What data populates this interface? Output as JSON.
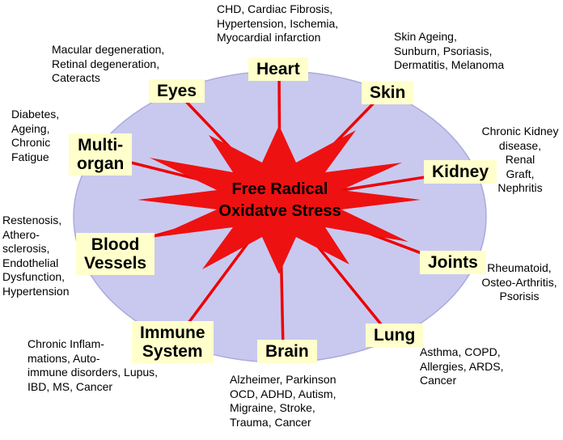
{
  "center": {
    "title": "Free Radical\nOxidatve Stress"
  },
  "colors": {
    "ellipse_fill": "#c9c9ef",
    "ellipse_stroke": "#aaaadd",
    "starburst": "#ee1111",
    "spoke_line": "#ee0000",
    "label_background": "#ffffcc",
    "text": "#000000"
  },
  "nodes": {
    "heart": {
      "label": "Heart",
      "diseases": "CHD, Cardiac Fibrosis,\nHypertension, Ischemia,\nMyocardial infarction"
    },
    "skin": {
      "label": "Skin",
      "diseases": "Skin Ageing,\nSunburn, Psoriasis,\nDermatitis, Melanoma"
    },
    "eyes": {
      "label": "Eyes",
      "diseases": "Macular degeneration,\nRetinal degeneration,\nCateracts"
    },
    "multi_organ": {
      "label": "Multi-\norgan",
      "diseases": "Diabetes,\nAgeing,\nChronic\nFatigue"
    },
    "kidney": {
      "label": "Kidney",
      "diseases": "Chronic Kidney\ndisease,\nRenal\nGraft,\nNephritis"
    },
    "blood_vessels": {
      "label": "Blood\nVessels",
      "diseases": "Restenosis,\nAthero-\nsclerosis,\nEndothelial\nDysfunction,\nHypertension"
    },
    "joints": {
      "label": "Joints",
      "diseases": "Rheumatoid,\nOsteo-Arthritis,\nPsorisis"
    },
    "immune": {
      "label": "Immune\nSystem",
      "diseases": "Chronic Inflam-\nmations, Auto-\nimmune disorders, Lupus,\nIBD, MS, Cancer"
    },
    "brain": {
      "label": "Brain",
      "diseases": "Alzheimer, Parkinson\nOCD, ADHD, Autism,\nMigraine, Stroke,\nTrauma, Cancer"
    },
    "lung": {
      "label": "Lung",
      "diseases": "Asthma, COPD,\nAllergies, ARDS,\nCancer"
    }
  }
}
